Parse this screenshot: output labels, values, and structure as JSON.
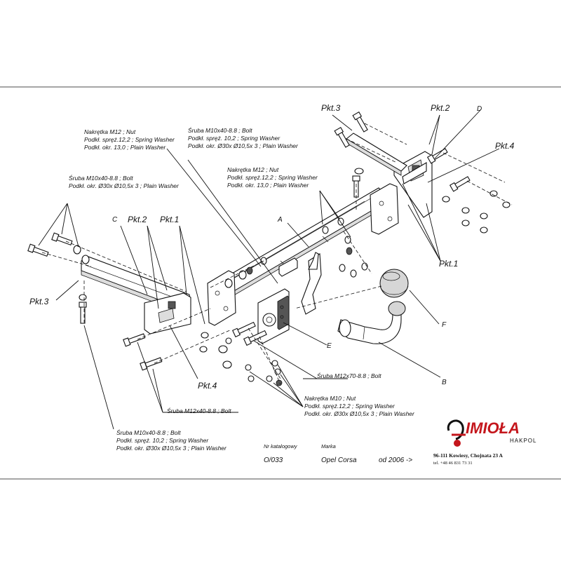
{
  "parts": {
    "A": "A",
    "B": "B",
    "C": "C",
    "D": "D",
    "E": "E",
    "F": "F"
  },
  "points": {
    "pkt1_left": "Pkt.1",
    "pkt2_left": "Pkt.2",
    "pkt3_left": "Pkt.3",
    "pkt4_left": "Pkt.4",
    "pkt1_right": "Pkt.1",
    "pkt2_right": "Pkt.2",
    "pkt3_right": "Pkt.3",
    "pkt4_right": "Pkt.4"
  },
  "callouts": {
    "nut_m12_top": [
      "Nakrętka  M12 ; Nut",
      "Podkł. spręż.12,2 ; Spring Washer",
      "Podkł. okr. 13,0 ; Plain Washer"
    ],
    "bolt_m10_top": [
      "Śruba M10x40-8.8  ; Bolt",
      "Podkł. spręż. 10,2 ; Spring Washer",
      "Podkł. okr. Ø30x Ø10,5x 3 ; Plain Washer"
    ],
    "bolt_m10_left": [
      "Śruba M10x40-8.8  ; Bolt",
      "Podkł. okr. Ø30x Ø10,5x 3 ; Plain Washer"
    ],
    "nut_m12_mid": [
      "Nakrętka  M12 ; Nut",
      "Podkł. spręż.12,2 ; Spring Washer",
      "Podkł. okr. 13,0 ; Plain Washer"
    ],
    "bolt_m12x70": "Śruba M12x70-8.8   ;  Bolt",
    "nut_m10_bottom": [
      "Nakrętka  M10 ; Nut",
      "Podkł. spręż.12,2 ; Spring Washer",
      "Podkł. okr. Ø30x Ø10,5x 3 ; Plain Washer"
    ],
    "bolt_m12x40": "Śruba M12x40-8.8  ;  Bolt",
    "bolt_m10_bottom": [
      "Śruba M10x40-8.8   ;  Bolt",
      "Podkł. spręż. 10,2 ; Spring Washer",
      "Podkł. okr. Ø30x Ø10,5x 3 ; Plain Washer"
    ]
  },
  "catalog": {
    "nr_label": "Nr katalogowy",
    "nr_value": "O/033",
    "marka_label": "Marka",
    "marka_value": "Opel Corsa",
    "year_value": "od 2006 ->"
  },
  "logo": {
    "brand": "IMIOŁA",
    "sub": "HAKPOL",
    "address": "96-111 Kowiesy, Chojnata 23 A",
    "tel": "tel. +48 46 831 73 31",
    "colors": {
      "brand": "#c4161c",
      "ink": "#111111"
    }
  }
}
